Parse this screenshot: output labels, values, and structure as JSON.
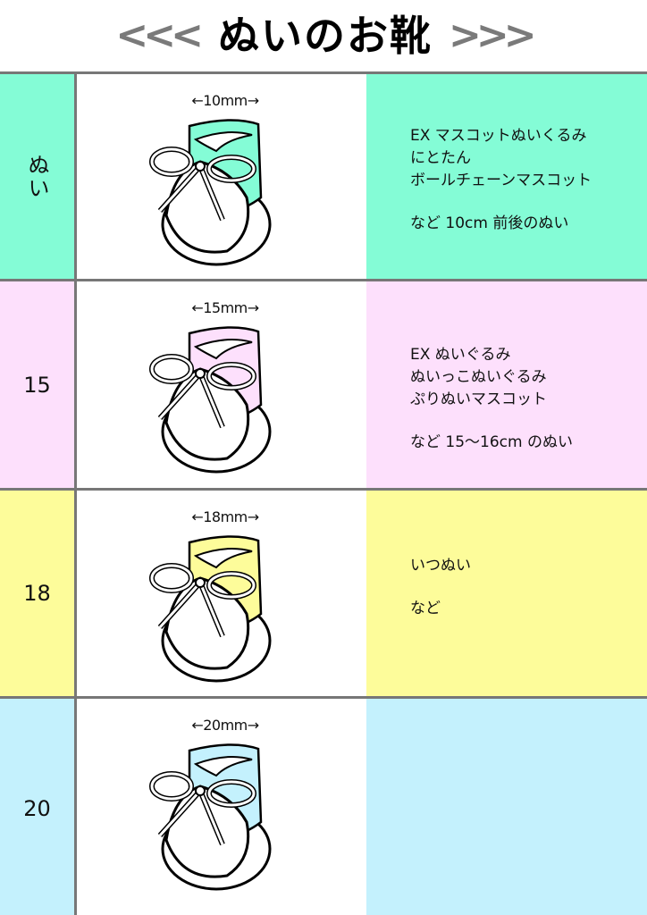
{
  "title": {
    "left_arrows": "<<<",
    "text": "ぬいのお靴",
    "right_arrows": ">>>"
  },
  "colors": {
    "grid_line": "#777777",
    "row_nui": "#84fcd6",
    "row_15": "#fde0fc",
    "row_18": "#fdfc9a",
    "row_20": "#c4f1fd",
    "arrow_gray": "#7a7a7a"
  },
  "rows": [
    {
      "label": "ぬい",
      "dimension": "←10mm→",
      "shoe_color": "#84fcd6",
      "bg": "#84fcd6",
      "description_lines": [
        "EX マスコットぬいくるみ",
        "にとたん",
        "ボールチェーンマスコット"
      ],
      "description_note": "など 10cm 前後のぬい"
    },
    {
      "label": "15",
      "dimension": "←15mm→",
      "shoe_color": "#fde0fc",
      "bg": "#fde0fc",
      "description_lines": [
        "EX ぬいぐるみ",
        "ぬいっこぬいぐるみ",
        "ぷりぬいマスコット"
      ],
      "description_note": "など 15〜16cm のぬい"
    },
    {
      "label": "18",
      "dimension": "←18mm→",
      "shoe_color": "#fdfc9a",
      "bg": "#fdfc9a",
      "description_lines": [
        "いつぬい"
      ],
      "description_note": "など"
    },
    {
      "label": "20",
      "dimension": "←20mm→",
      "shoe_color": "#c4f1fd",
      "bg": "#c4f1fd",
      "description_lines": [],
      "description_note": ""
    }
  ]
}
